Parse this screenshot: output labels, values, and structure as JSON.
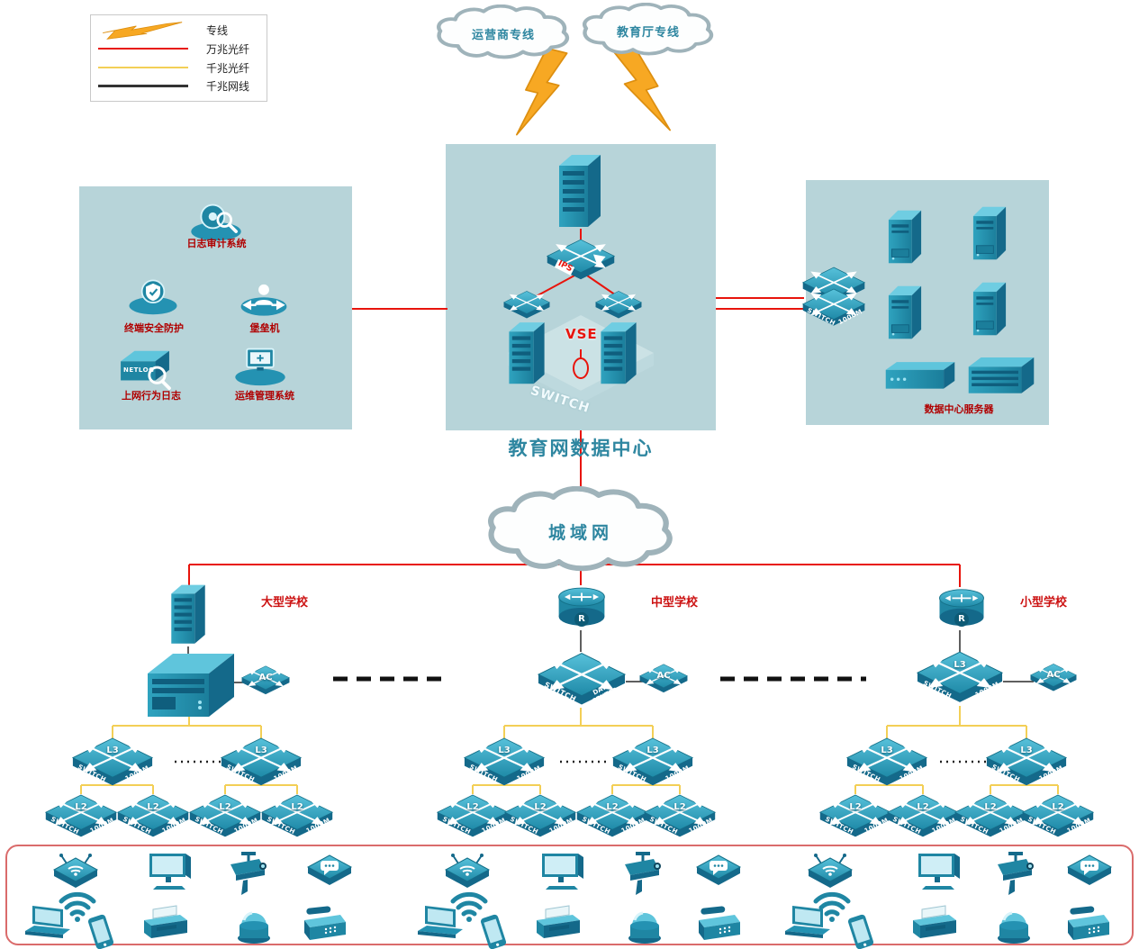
{
  "palette": {
    "device_teal": "#1f86a3",
    "zone_background": "#b7d4d9",
    "line_10g_red": "#e8140c",
    "line_1g_yellow": "#f3cf56",
    "line_1g_copper_black": "#2a2a2a",
    "dedicated_line_orange": "#f7a823",
    "label_red": "#b00000",
    "title_teal": "#2e86a0",
    "terminal_border_red": "#da6b6b"
  },
  "legend": {
    "items": [
      {
        "type": "dedicated-line",
        "label": "专线"
      },
      {
        "type": "10g-fiber",
        "label": "万兆光纤"
      },
      {
        "type": "1g-fiber",
        "label": "千兆光纤"
      },
      {
        "type": "1g-copper",
        "label": "千兆网线"
      }
    ]
  },
  "clouds": {
    "isp": "运营商专线",
    "edu": "教育厅专线",
    "man": "城域网"
  },
  "datacenter": {
    "title": "教育网数据中心",
    "ips_label": "IPS",
    "vse_label": "VSE",
    "core_watermark": "SWITCH"
  },
  "security_zone": {
    "items": [
      {
        "label": "日志审计系统"
      },
      {
        "label": "终端安全防护"
      },
      {
        "label": "堡垒机"
      },
      {
        "label": "上网行为日志",
        "device_text": "NETLOG"
      },
      {
        "label": "运维管理系统"
      }
    ]
  },
  "server_zone": {
    "label": "数据中心服务器",
    "stack_switch": {
      "name": "SWITCH",
      "speed": "1000M"
    }
  },
  "schools": [
    {
      "name": "大型学校"
    },
    {
      "name": "中型学校"
    },
    {
      "name": "小型学校"
    }
  ],
  "labels": {
    "l3": "L3",
    "l2": "L2",
    "switch": "SWITCH",
    "speed": "1000M",
    "ac": "AC",
    "router": "R",
    "data_center": "DATA CENTER"
  },
  "terminals": {
    "types": [
      "wireless-ap",
      "desktop-pc",
      "cctv-camera",
      "chat-terminal",
      "wifi-signal",
      "laptop",
      "mobile-phone",
      "printer",
      "dome-camera",
      "desk-phone"
    ],
    "group_count": 3
  }
}
